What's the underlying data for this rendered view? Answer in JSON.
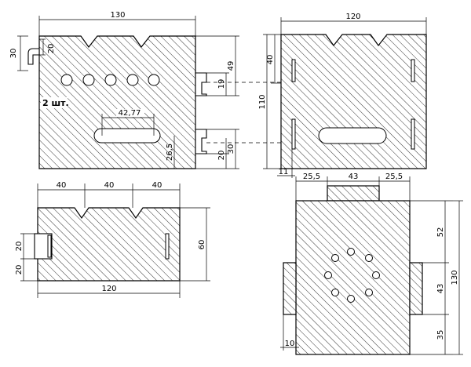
{
  "views": {
    "top_left": {
      "width_label": "130",
      "height_left_label": "30",
      "slot_height_label": "20",
      "note": "2 шт.",
      "slot_width_label": "42,77",
      "right_a_label": "49",
      "right_b_label": "19",
      "bottom_a_label": "26,5",
      "bottom_b_label": "20",
      "bottom_c_label": "30"
    },
    "top_right": {
      "width_label": "120",
      "inner_label": "40",
      "height_label": "110",
      "bottom_label": "11"
    },
    "bottom_left": {
      "seg1_label": "40",
      "seg2_label": "40",
      "seg3_label": "40",
      "slot_a_label": "20",
      "slot_b_label": "20",
      "height_label": "60",
      "width_label": "120"
    },
    "bottom_right": {
      "top_a_label": "25,5",
      "top_b_label": "43",
      "top_c_label": "25,5",
      "right_a_label": "52",
      "right_b_label": "43",
      "right_c_label": "35",
      "overall_label": "130",
      "bottom_label": "10"
    }
  }
}
